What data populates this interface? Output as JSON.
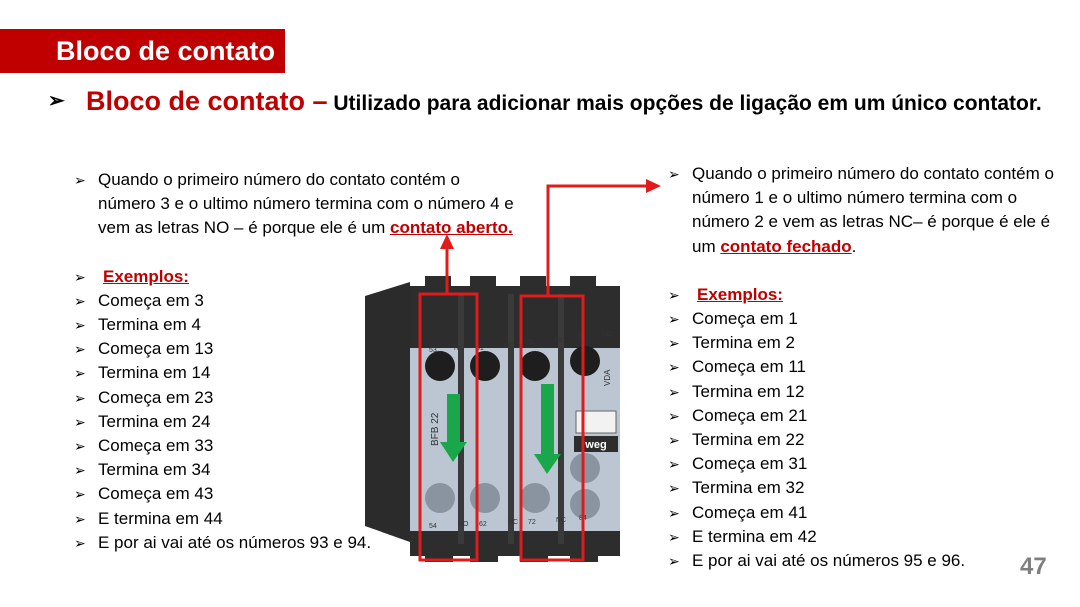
{
  "slide": {
    "title": "Bloco de contato",
    "heading_red": "Bloco de contato –",
    "heading_rest": " Utilizado para adicionar mais opções de ligação em um único contator.",
    "page_number": "47"
  },
  "left": {
    "intro": "Quando o primeiro número do contato contém o número 3 e o ultimo número termina com o número 4 e vem as letras NO – é porque ele é um ",
    "intro_highlight": "contato aberto.",
    "examples_label": "Exemplos:",
    "items": [
      "Começa em 3",
      "Termina em 4",
      "Começa em 13",
      "Termina em 14",
      "Começa em 23",
      "Termina em 24",
      "Começa em 33",
      "Termina em 34",
      "Começa em 43",
      "E termina em 44",
      "E por ai vai até os números 93 e 94."
    ]
  },
  "right": {
    "intro": "Quando o primeiro número do contato contém o número 1 e o ultimo número termina com o número 2 e vem as letras NC– é porque é ele é um ",
    "intro_highlight": "contato fechado",
    "intro_end": ".",
    "examples_label": "Exemplos:",
    "items": [
      "Começa em 1",
      "Termina em 2",
      "Começa em 11",
      "Termina em 12",
      "Começa em 21",
      "Termina em 22",
      "Começa em 31",
      "Termina em 32",
      "Começa em 41",
      "E termina em 42",
      "E por ai vai até os números 95 e 96."
    ]
  },
  "device": {
    "terminals_top": [
      "53",
      "NO",
      "61",
      "NC",
      "71",
      "NC",
      "83",
      "NO"
    ],
    "terminals_bottom": [
      "54",
      "NO",
      "62",
      "NC",
      "72",
      "NC",
      "84"
    ],
    "model": "BFB 22",
    "voltage": "VDA",
    "brand": "weg"
  },
  "colors": {
    "accent": "#c00000",
    "arrow_green": "#1aa64a",
    "device_face": "#bcc6d2",
    "device_dark": "#2b2b2b"
  }
}
